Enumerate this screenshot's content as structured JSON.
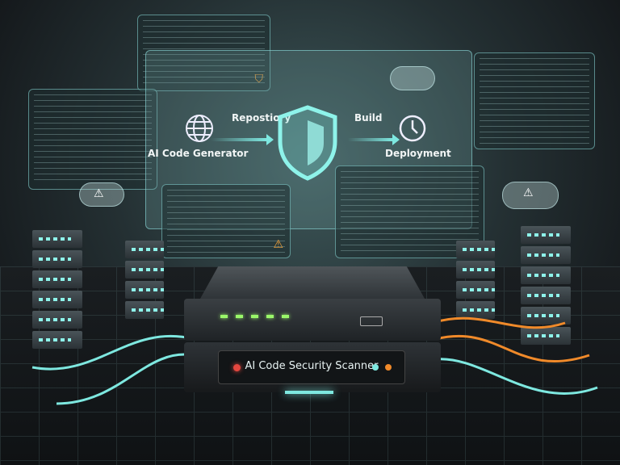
{
  "pipeline": {
    "generator_label": "AI Code Generator",
    "repository_label": "Repostiory",
    "build_label": "Build",
    "deployment_label": "Deployment"
  },
  "device": {
    "title": "AI Code Security Scanner"
  },
  "colors": {
    "accent": "#7ee8e0",
    "warning": "#f3a23b",
    "alert": "#e5473f",
    "cable_orange": "#f08a2a"
  },
  "icons": [
    "globe-icon",
    "shield-icon",
    "clock-icon",
    "cloud-icon",
    "warning-icon",
    "server-rack-icon"
  ]
}
